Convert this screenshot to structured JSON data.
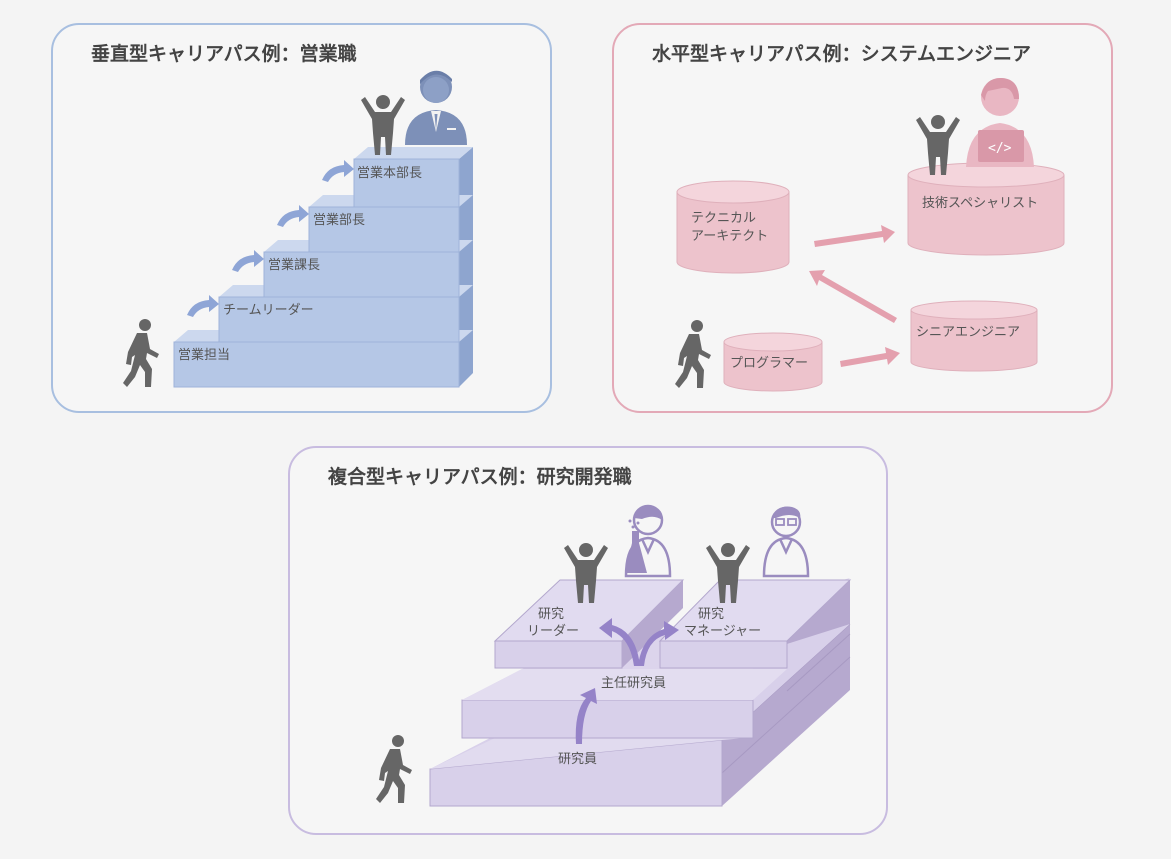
{
  "vertical": {
    "title": "垂直型キャリアパス例：営業職",
    "steps": [
      "営業担当",
      "チームリーダー",
      "営業課長",
      "営業部長",
      "営業本部長"
    ]
  },
  "horizontal": {
    "title": "水平型キャリアパス例：システムエンジニア",
    "nodes": {
      "programmer": "プログラマー",
      "senior": "シニアエンジニア",
      "architect_line1": "テクニカル",
      "architect_line2": "アーキテクト",
      "specialist": "技術スペシャリスト"
    }
  },
  "composite": {
    "title": "複合型キャリアパス例：研究開発職",
    "steps": {
      "researcher": "研究員",
      "chief": "主任研究員",
      "leader_line1": "研究",
      "leader_line2": "リーダー",
      "manager_line1": "研究",
      "manager_line2": "マネージャー"
    }
  },
  "colors": {
    "blue_accent": "#a8bfe0",
    "pink_accent": "#e3a9b7",
    "purple_accent": "#c8bce0",
    "person": "#666666"
  },
  "icons": [
    "walking-person-icon",
    "cheering-person-icon",
    "businessman-icon",
    "engineer-laptop-icon",
    "scientist-flask-icon",
    "scientist-glasses-icon",
    "curved-arrow-icon"
  ]
}
